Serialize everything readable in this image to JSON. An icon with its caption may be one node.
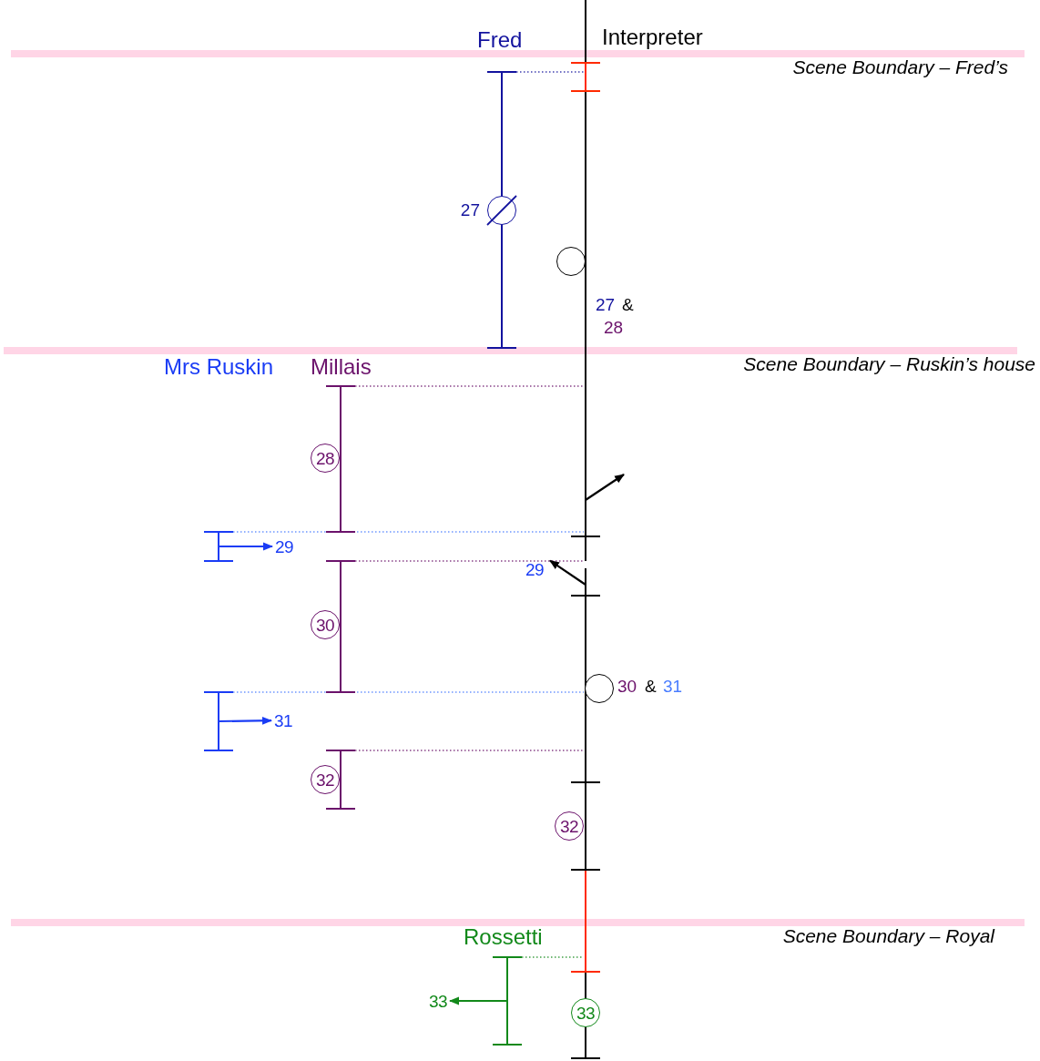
{
  "diagram": {
    "nodes": [
      {
        "text": [],
        "shape": "circle",
        "beside": [
          "27"
        ]
      },
      {
        "text": [],
        "shape": "circle"
      },
      {
        "text": [
          "28"
        ]
      },
      {
        "text": [
          "29"
        ]
      },
      {
        "text": [
          "29"
        ]
      },
      {
        "text": [
          "30"
        ]
      },
      {
        "text": [],
        "shape": "circle"
      },
      {
        "text": [
          "31"
        ]
      },
      {
        "text": [
          "32"
        ]
      },
      {
        "text": [
          "32"
        ]
      },
      {
        "text": [
          "33"
        ]
      },
      {
        "text": [
          "33"
        ]
      }
    ],
    "edges": [
      {
        "from": null,
        "to": 3,
        "arrow": "to",
        "color": "#1a3cf5"
      },
      {
        "from": null,
        "to": 4,
        "arrow": "to",
        "color": "#000000"
      },
      {
        "from": null,
        "to": 7,
        "arrow": "to",
        "color": "#1a3cf5"
      },
      {
        "from": null,
        "to": 10,
        "arrow": "to",
        "color": "#12891a"
      }
    ],
    "labels": [
      "Fred",
      "Interpreter",
      "Scene Boundary – Fred’s",
      "27",
      "&",
      "28",
      "Mrs Ruskin",
      "Millais",
      "Scene Boundary – Ruskin’s house",
      "30",
      "&",
      "31",
      "Rossetti",
      "Scene Boundary – Royal"
    ]
  }
}
